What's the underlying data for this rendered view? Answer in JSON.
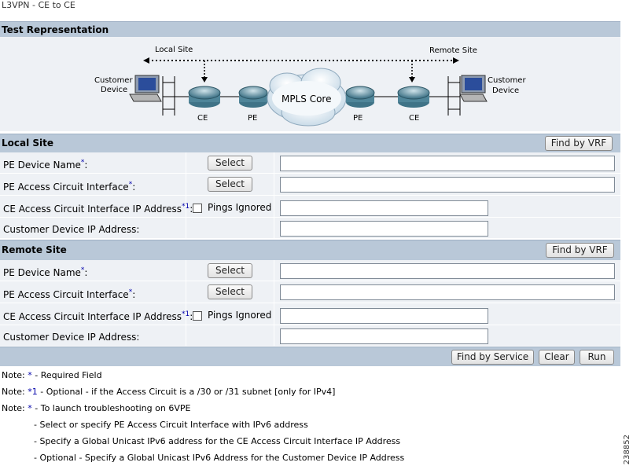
{
  "page_title": "L3VPN - CE to CE",
  "test_representation": {
    "heading": "Test Representation",
    "local_site_label": "Local Site",
    "remote_site_label": "Remote Site",
    "left_device_label_1": "Customer",
    "left_device_label_2": "Device",
    "right_device_label_1": "Customer",
    "right_device_label_2": "Device",
    "core_label": "MPLS Core",
    "nodes": [
      "CE",
      "PE",
      "PE",
      "CE"
    ]
  },
  "local_site": {
    "heading": "Local Site",
    "find_vrf": "Find by VRF",
    "pe_device_name": "PE Device Name",
    "pe_access_circuit": "PE Access Circuit Interface",
    "ce_access_ip": "CE Access Circuit Interface IP Address",
    "ce_access_ip_sup": "*1",
    "customer_ip": "Customer Device IP Address:",
    "select": "Select",
    "pings_ignored": "Pings Ignored",
    "pings_ignored_checked": false
  },
  "remote_site": {
    "heading": "Remote Site",
    "find_vrf": "Find by VRF",
    "pe_device_name": "PE Device Name",
    "pe_access_circuit": "PE Access Circuit Interface",
    "ce_access_ip": "CE Access Circuit Interface IP Address",
    "ce_access_ip_sup": "*1",
    "customer_ip": "Customer Device IP Address:",
    "select": "Select",
    "pings_ignored": "Pings Ignored",
    "pings_ignored_checked": false
  },
  "actions": {
    "find_by_service": "Find by Service",
    "clear": "Clear",
    "run": "Run"
  },
  "notes": {
    "n1_prefix": "Note:",
    "n1_star": "*",
    "n1_text": "- Required Field",
    "n2_prefix": "Note:",
    "n2_star": "*1",
    "n2_text": "- Optional - if the Access Circuit is a /30 or /31 subnet [only for IPv4]",
    "n3_prefix": "Note:",
    "n3_star": "*",
    "n3_text": "- To launch troubleshooting on 6VPE",
    "sub1": "- Select or specify PE Access Circuit Interface with IPv6 address",
    "sub2": "- Specify a Global Unicast IPv6 address for the CE Access Circuit Interface IP Address",
    "sub3": "- Optional - Specify a Global Unicast IPv6 Address for the Customer Device IP Address"
  },
  "figure_id": "238852",
  "star": "*",
  "colon": ":"
}
